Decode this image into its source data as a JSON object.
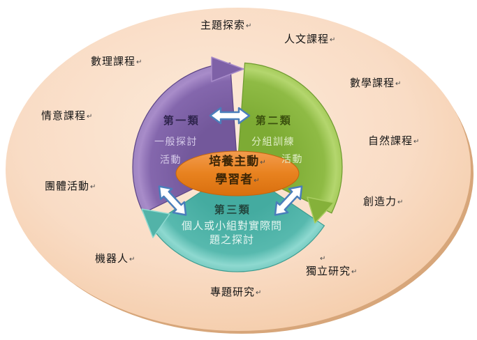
{
  "diagram_title": "segmented-cycle-diagram",
  "marks": {
    "paragraph_mark": "↵"
  },
  "colors": {
    "background": "#ffffff",
    "outer-ellipse-fill": "#f8d6ba",
    "outer-ellipse-shadow": "#d7a67a",
    "purple-segment": "#7c5fa5",
    "green-segment": "#90bc47",
    "teal-segment": "#5bbcb1",
    "center-ellipse": "#e8821f",
    "arrow-fill": "#ffffff",
    "arrow-stroke": "#4a7ebb",
    "purple-header": "#30254e",
    "purple-body-text": "#d6cbe9",
    "green-header": "#3c520f",
    "green-body-text": "#dfedc6",
    "teal-header": "#23473f",
    "teal-body-text": "#e6f6f1",
    "center-text": "#3a2506",
    "label-text": "#151515"
  },
  "center": {
    "lines": [
      "培養主動",
      "學習者"
    ]
  },
  "segments": [
    {
      "header": "第一類",
      "body_lines": [
        "一般探討",
        "活動"
      ],
      "color": "#7c5fa5"
    },
    {
      "header": "第二類",
      "body_lines": [
        "分組訓練",
        "活動"
      ],
      "color": "#90bc47"
    },
    {
      "header": "第三類",
      "body_lines": [
        "個人或小組對實際問",
        "題之探討"
      ],
      "color": "#5bbcb1"
    }
  ],
  "outer_labels": [
    {
      "text": "主題探索"
    },
    {
      "text": "人文課程"
    },
    {
      "text": "數理課程"
    },
    {
      "text": "數學課程"
    },
    {
      "text": "情意課程"
    },
    {
      "text": "自然課程"
    },
    {
      "text": "團體活動"
    },
    {
      "text": "創造力"
    },
    {
      "text": "機器人"
    },
    {
      "text": "獨立研究"
    },
    {
      "text": "專題研究"
    }
  ]
}
